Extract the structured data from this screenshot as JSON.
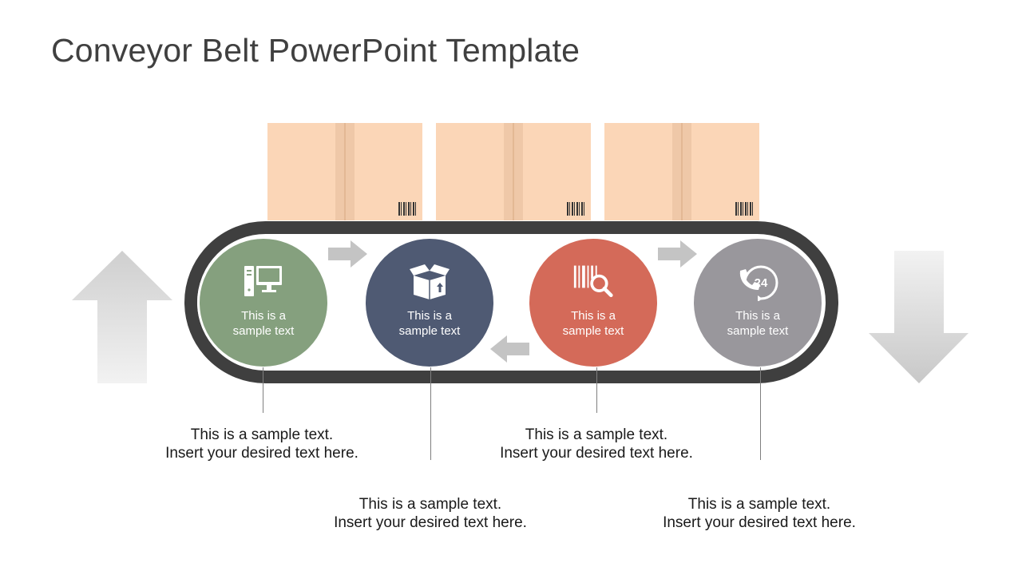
{
  "title": "Conveyor Belt PowerPoint Template",
  "colors": {
    "belt": "#3f3f3f",
    "box": "#fbd6b7",
    "step1": "#85a07e",
    "step2": "#4f5a73",
    "step3": "#d46a59",
    "step4": "#99979c",
    "arrow": "#c4c4c4"
  },
  "steps": [
    {
      "icon": "computer-icon",
      "label_line1": "This is a",
      "label_line2": "sample text"
    },
    {
      "icon": "open-box-icon",
      "label_line1": "This is a",
      "label_line2": "sample text"
    },
    {
      "icon": "barcode-search-icon",
      "label_line1": "This is a",
      "label_line2": "sample text"
    },
    {
      "icon": "phone-24h-icon",
      "label_line1": "This is a",
      "label_line2": "sample text"
    }
  ],
  "captions": [
    {
      "line1": "This is a sample text.",
      "line2": "Insert your desired text here."
    },
    {
      "line1": "This is a sample text.",
      "line2": "Insert your desired text here."
    },
    {
      "line1": "This is a sample text.",
      "line2": "Insert your desired text here."
    },
    {
      "line1": "This is a sample text.",
      "line2": "Insert your desired text here."
    }
  ]
}
